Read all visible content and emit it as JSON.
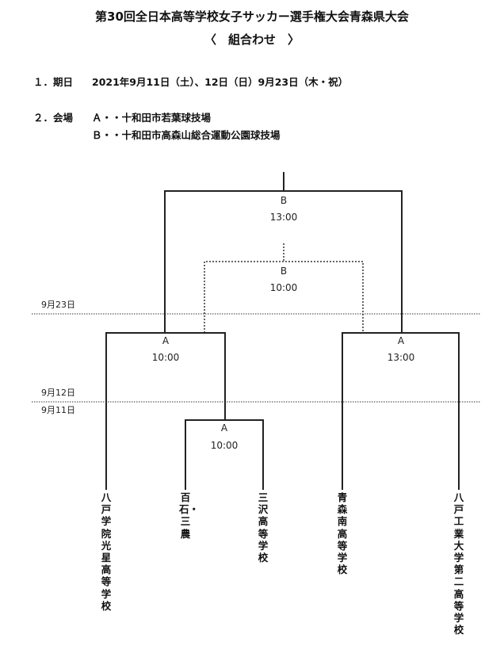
{
  "header": {
    "title": "第30回全日本高等学校女子サッカー選手権大会青森県大会",
    "subtitle": "〈　組合わせ　〉"
  },
  "info": {
    "dates_label": "１．期日",
    "dates_value": "2021年9月11日（土）、12日（日）9月23日（木・祝）",
    "venue_label": "２．会場",
    "venue_a": "Ａ・・十和田市若葉球技場",
    "venue_b": "Ｂ・・十和田市高森山総合運動公園球技場"
  },
  "dates": {
    "sep1": "9月23日",
    "sep2_top": "9月12日",
    "sep2_bottom": "9月11日"
  },
  "matches": {
    "final": {
      "venue": "B",
      "time": "13:00"
    },
    "third": {
      "venue": "B",
      "time": "10:00"
    },
    "semi_left": {
      "venue": "A",
      "time": "10:00"
    },
    "semi_right": {
      "venue": "A",
      "time": "13:00"
    },
    "first_round": {
      "venue": "A",
      "time": "10:00"
    }
  },
  "teams": [
    "八戸学院光星高等学校",
    "百石・三農",
    "三沢高等学校",
    "青森南高等学校",
    "八戸工業大学第二高等学校"
  ],
  "colors": {
    "line": "#222222",
    "dashed": "#333333"
  }
}
